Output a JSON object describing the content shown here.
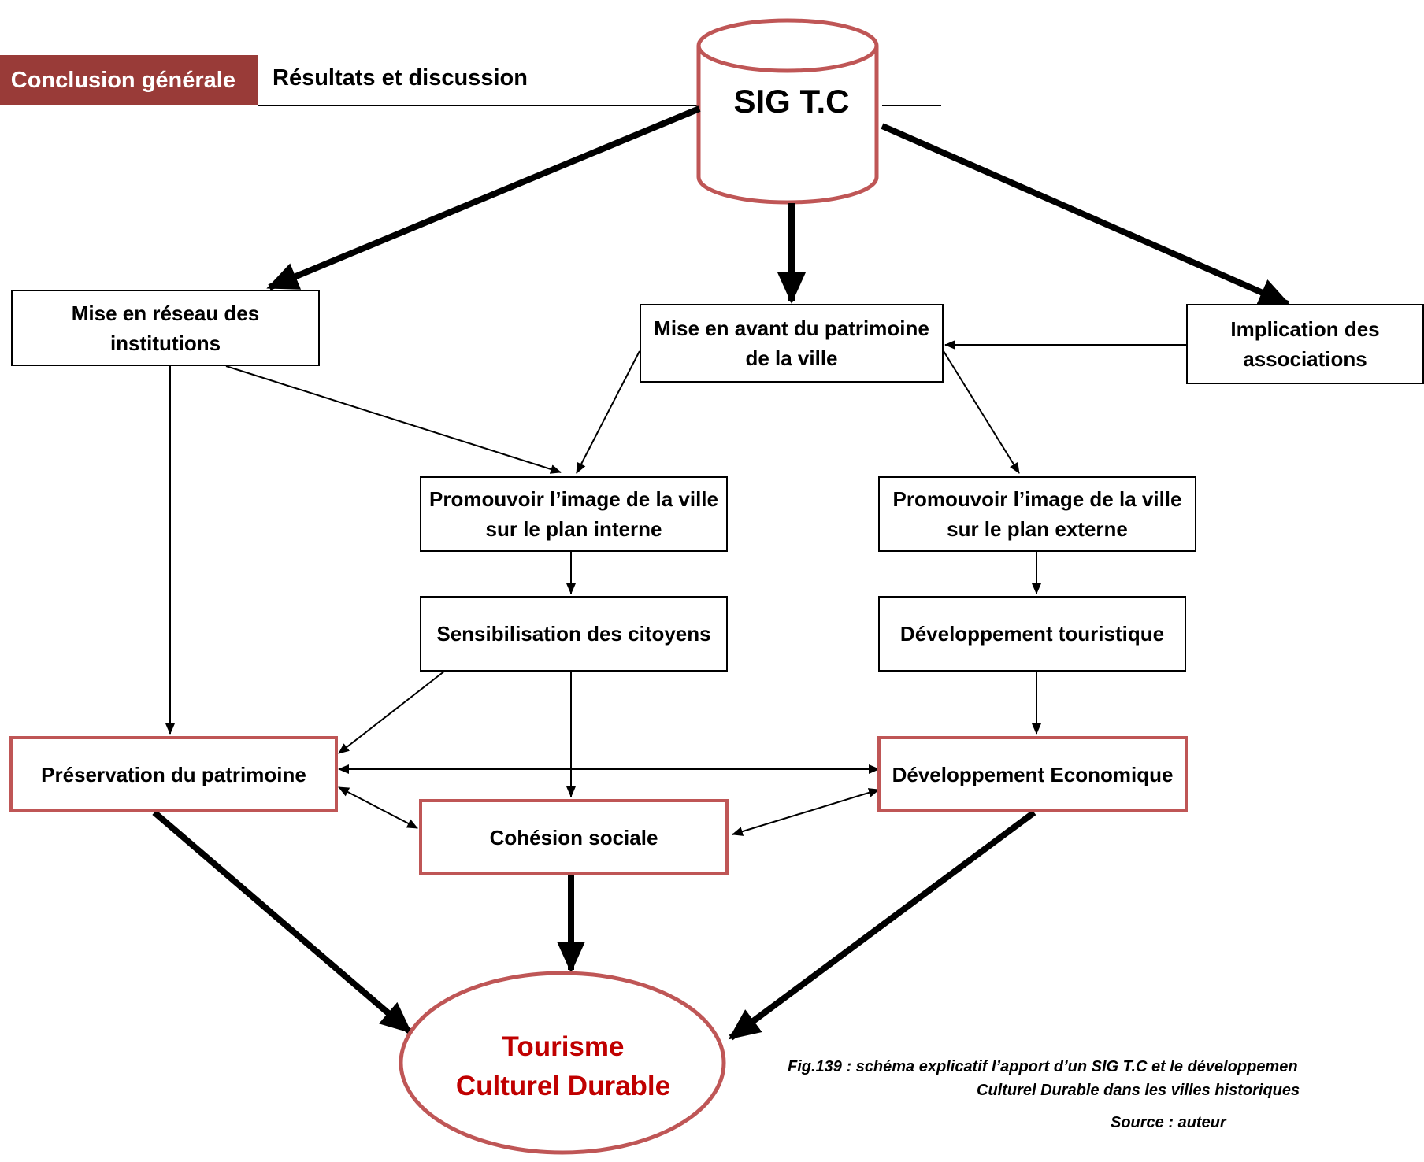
{
  "header": {
    "chapter_tag": "Conclusion générale",
    "section_title": "Résultats et discussion"
  },
  "diagram": {
    "root": "SIG T.C",
    "nodes": {
      "reseau": "Mise en réseau des institutions",
      "patrimoine": "Mise en avant du patrimoine de la ville",
      "associations": "Implication des associations",
      "image_interne": "Promouvoir l’image de la ville sur le plan interne",
      "image_externe": "Promouvoir l’image de la ville sur le plan externe",
      "sensibilisation": "Sensibilisation des citoyens",
      "dev_touristique": "Développement touristique",
      "preservation": "Préservation du patrimoine",
      "dev_economique": "Développement Economique",
      "cohesion": "Cohésion sociale"
    },
    "goal_line1": "Tourisme",
    "goal_line2": "Culturel Durable"
  },
  "caption": {
    "line1": "Fig.139 : schéma explicatif l’apport d’un  SIG T.C et le développemen",
    "line2": "Culturel Durable dans les villes historiques",
    "source": "Source : auteur"
  },
  "colors": {
    "header_tag_bg": "#993b38",
    "accent_border": "#bf5656",
    "goal_text": "#c00000"
  }
}
